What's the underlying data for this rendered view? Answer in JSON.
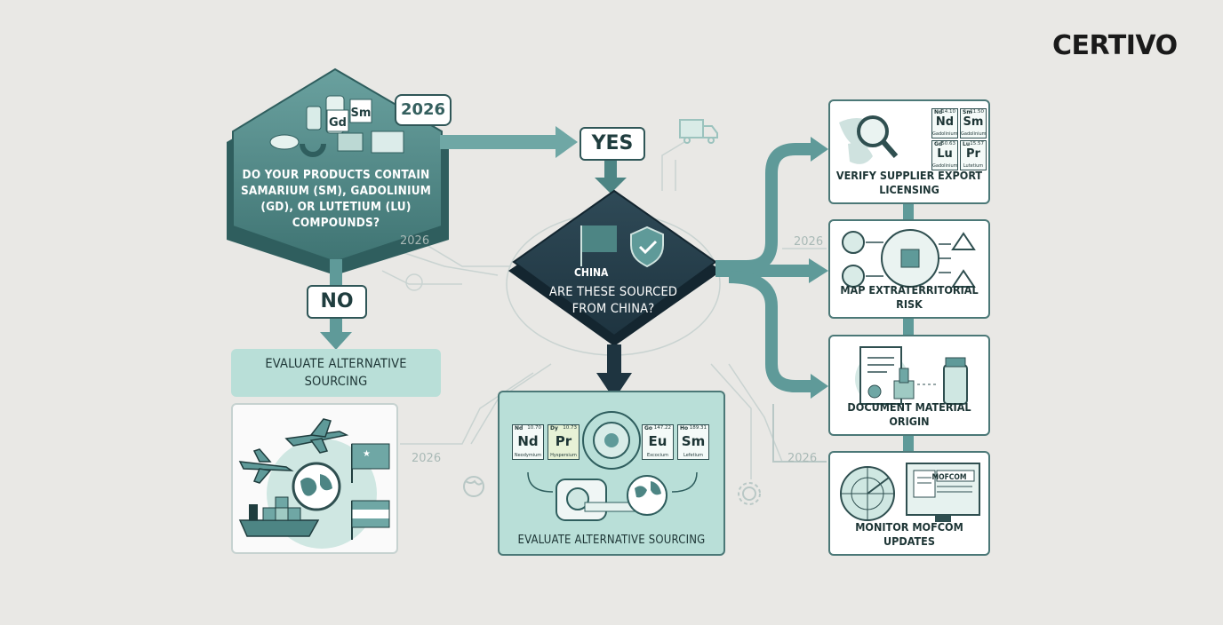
{
  "brand": {
    "logo_text": "CERTIVO"
  },
  "start": {
    "question": "DO YOUR PRODUCTS CONTAIN SAMARIUM (Sm), GADOLINIUM (Gd), OR LUTETIUM (Lu) COMPOUNDS?",
    "badge": "2026",
    "tiles": [
      "Gd",
      "Sm"
    ]
  },
  "branches": {
    "yes": "YES",
    "no": "NO"
  },
  "no_path": {
    "title": "EVALUATE ALTERNATIVE SOURCING"
  },
  "decision": {
    "flag_label": "CHINA",
    "question": "ARE THESE SOURCED FROM CHINA?"
  },
  "yes_path_bottom": {
    "title": "EVALUATE ALTERNATIVE SOURCING",
    "elements": [
      {
        "symbol": "Nd",
        "corner": "Nd",
        "num": "10.70",
        "name": "Neodymium"
      },
      {
        "symbol": "Pr",
        "corner": "Dy",
        "num": "10.73",
        "name": "Hyspersium"
      },
      {
        "symbol": "Eu",
        "corner": "Go",
        "num": "147.22",
        "name": "Excocium"
      },
      {
        "symbol": "Sm",
        "corner": "Ho",
        "num": "189.31",
        "name": "Lefetium"
      }
    ]
  },
  "actions": [
    {
      "label": "VERIFY SUPPLIER EXPORT LICENSING"
    },
    {
      "label": "MAP EXTRATERRITORIAL RISK"
    },
    {
      "label": "DOCUMENT MATERIAL ORIGIN"
    },
    {
      "label": "MONITOR MOFCOM UPDATES"
    }
  ],
  "verify_tiles": [
    {
      "symbol": "Nd",
      "corner": "Nd",
      "num": "14.10",
      "name": "Gadolinium"
    },
    {
      "symbol": "Sm",
      "corner": "Sm",
      "num": "11.50",
      "name": "Gadolinium"
    },
    {
      "symbol": "Lu",
      "corner": "Gd",
      "num": "50.63",
      "name": "Gadolinium"
    },
    {
      "symbol": "Pr",
      "corner": "Lu",
      "num": "15.57",
      "name": "Lutetium"
    }
  ],
  "monitor_screen_label": "MOFCOM",
  "year_marks": [
    "2026",
    "2026",
    "2026",
    "2026"
  ],
  "colors": {
    "teal_dark": "#4d8584",
    "teal_light": "#b9dfd8",
    "navy": "#263e4b",
    "arrow": "#5f9a99",
    "card_border": "#4b7877"
  }
}
